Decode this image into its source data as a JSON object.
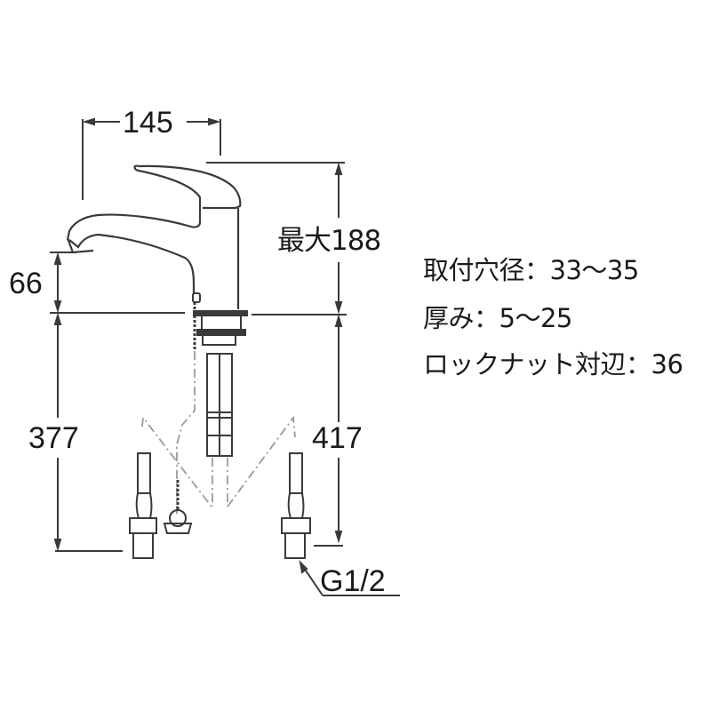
{
  "drawing": {
    "subject": "single-lever basin faucet dimensional drawing",
    "line_color": "#3a3a3a",
    "dimensions": {
      "spout_reach": "145",
      "max_height": "最大188",
      "spout_height_above_deck": "66",
      "below_deck_left": "377",
      "below_deck_right": "417",
      "thread": "G1/2"
    }
  },
  "specs": [
    {
      "label": "取付穴径",
      "sep": "：",
      "value": "33～35"
    },
    {
      "label": "厚み",
      "sep": "：",
      "value": "5～25"
    },
    {
      "label": "ロックナット対辺",
      "sep": "：",
      "value": "36"
    }
  ]
}
